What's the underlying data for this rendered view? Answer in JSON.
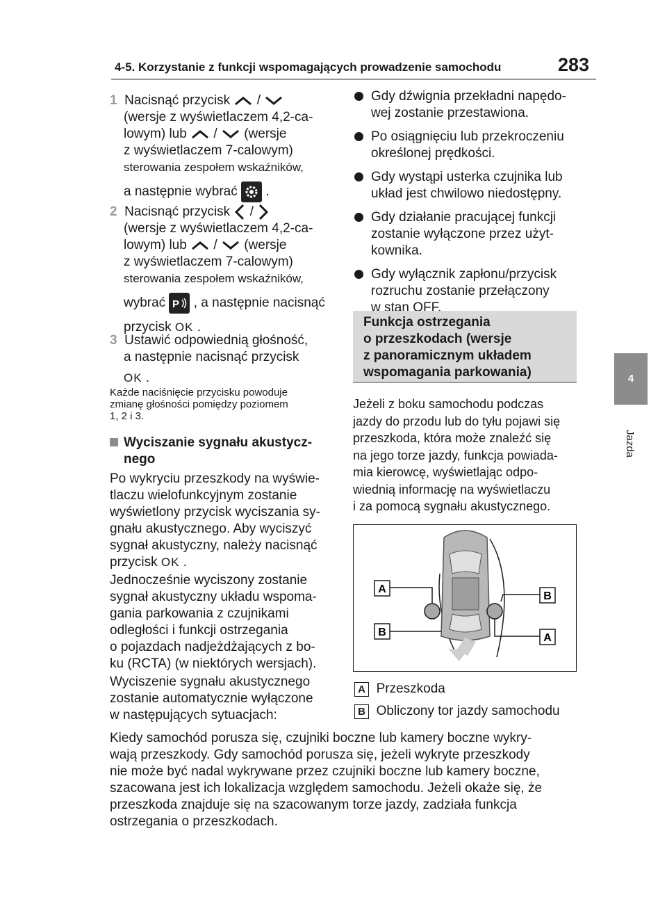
{
  "header": {
    "title": "4-5. Korzystanie z funkcji wspomagających prowadzenie samochodu",
    "page": "283"
  },
  "sidebar": {
    "tab": "4",
    "label": "Jazda"
  },
  "left": {
    "step1": {
      "num": "1",
      "l1": "Nacisnąć przycisk",
      "sep": "/",
      "l2": "(wersje z wyświetlaczem 4,2-ca-",
      "l3a": "lowym) lub",
      "l3b": "(wersje",
      "l4": "z wyświetlaczem 7-calowym)",
      "l5": "sterowania zespołem wskaźników,",
      "l6a": "a następnie wybrać",
      "l6b": "."
    },
    "step2": {
      "num": "2",
      "l1": "Nacisnąć przycisk",
      "sep": "/",
      "l2": "(wersje z wyświetlaczem 4,2-ca-",
      "l3a": "lowym) lub",
      "l3b": "(wersje",
      "l4": "z wyświetlaczem 7-calowym)",
      "l5": "sterowania zespołem wskaźników,",
      "l6a": "wybrać",
      "l6b": ", a następnie nacisnąć",
      "l7a": "przycisk",
      "l7b": "."
    },
    "step3": {
      "num": "3",
      "l1": "Ustawić odpowiednią głośność,",
      "l2": "a następnie nacisnąć przycisk",
      "l3": "."
    },
    "ok_label": "OK",
    "note": [
      "Każde naciśnięcie przycisku powoduje",
      "zmianę głośności pomiędzy poziomem",
      "1, 2 i 3."
    ],
    "subhead": [
      "Wyciszanie sygnału akustycz-",
      "nego"
    ],
    "para1": [
      "Po wykryciu przeszkody na wyświe-",
      "tlaczu wielofunkcyjnym zostanie",
      "wyświetlony przycisk wyciszania sy-",
      "gnału akustycznego. Aby wyciszyć",
      "sygnał akustyczny, należy nacisnąć"
    ],
    "para1_last_a": "przycisk",
    "para1_last_b": ".",
    "para2": [
      "Jednocześnie wyciszony zostanie",
      "sygnał akustyczny układu wspoma-",
      "gania parkowania z czujnikami",
      "odległości i funkcji ostrzegania",
      "o pojazdach nadjeżdżających z bo-",
      "ku (RCTA) (w niektórych wersjach)."
    ],
    "para3": [
      "Wyciszenie sygnału akustycznego",
      "zostanie automatycznie wyłączone",
      "w następujących sytuacjach:"
    ]
  },
  "right": {
    "bullets": [
      [
        "Gdy dźwignia przekładni napędo-",
        "wej zostanie przestawiona."
      ],
      [
        "Po osiągnięciu lub przekroczeniu",
        "określonej prędkości."
      ],
      [
        "Gdy wystąpi usterka czujnika lub",
        "układ jest chwilowo niedostępny."
      ],
      [
        "Gdy działanie pracującej funkcji",
        "zostanie wyłączone przez użyt-",
        "kownika."
      ],
      [
        "Gdy wyłącznik zapłonu/przycisk",
        "rozruchu zostanie przełączony",
        "w stan OFF."
      ]
    ],
    "box_title": [
      "Funkcja ostrzegania",
      "o przeszkodach (wersje",
      "z panoramicznym układem",
      "wspomagania parkowania)"
    ],
    "para": [
      "Jeżeli z boku samochodu podczas",
      "jazdy do przodu lub do tyłu pojawi się",
      "przeszkoda, która może znaleźć się",
      "na jego torze jazdy, funkcja powiada-",
      "mia kierowcę, wyświetlając odpo-",
      "wiednią informację na wyświetlaczu",
      "i za pomocą sygnału akustycznego."
    ],
    "diagram_labels": {
      "a": "A",
      "b": "B"
    },
    "legend": [
      {
        "tag": "A",
        "text": "Przeszkoda"
      },
      {
        "tag": "B",
        "text": "Obliczony tor jazdy samochodu"
      }
    ]
  },
  "bottom": [
    "Kiedy samochód porusza się, czujniki boczne lub kamery boczne wykry-",
    "wają przeszkody. Gdy samochód porusza się, jeżeli wykryte przeszkody",
    "nie może być nadal wykrywane przez czujniki boczne lub kamery boczne,",
    "szacowana jest ich lokalizacja względem samochodu. Jeżeli okaże się, że",
    "przeszkoda znajduje się na szacowanym torze jazdy, zadziała funkcja",
    "ostrzegania o przeszkodach."
  ]
}
